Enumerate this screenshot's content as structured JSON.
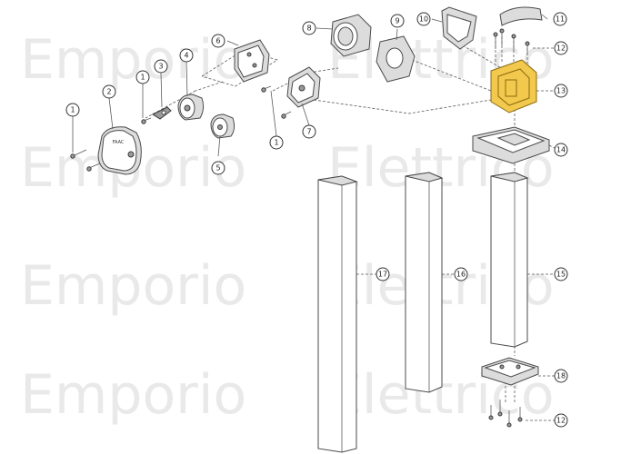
{
  "watermark": {
    "lines": [
      {
        "word1": "Emporio",
        "word2": "Elettrico"
      },
      {
        "word1": "Emporio",
        "word2": "Elettrico"
      },
      {
        "word1": "Emporio",
        "word2": "Elettrico"
      },
      {
        "word1": "Emporio",
        "word2": "Elettrico"
      }
    ]
  },
  "callouts": [
    "1",
    "1",
    "1",
    "2",
    "3",
    "4",
    "5",
    "6",
    "7",
    "8",
    "9",
    "10",
    "11",
    "12",
    "12",
    "13",
    "14",
    "15",
    "16",
    "17",
    "18"
  ],
  "highlight_color": "#f2c94c",
  "part2_label": "FAAC"
}
